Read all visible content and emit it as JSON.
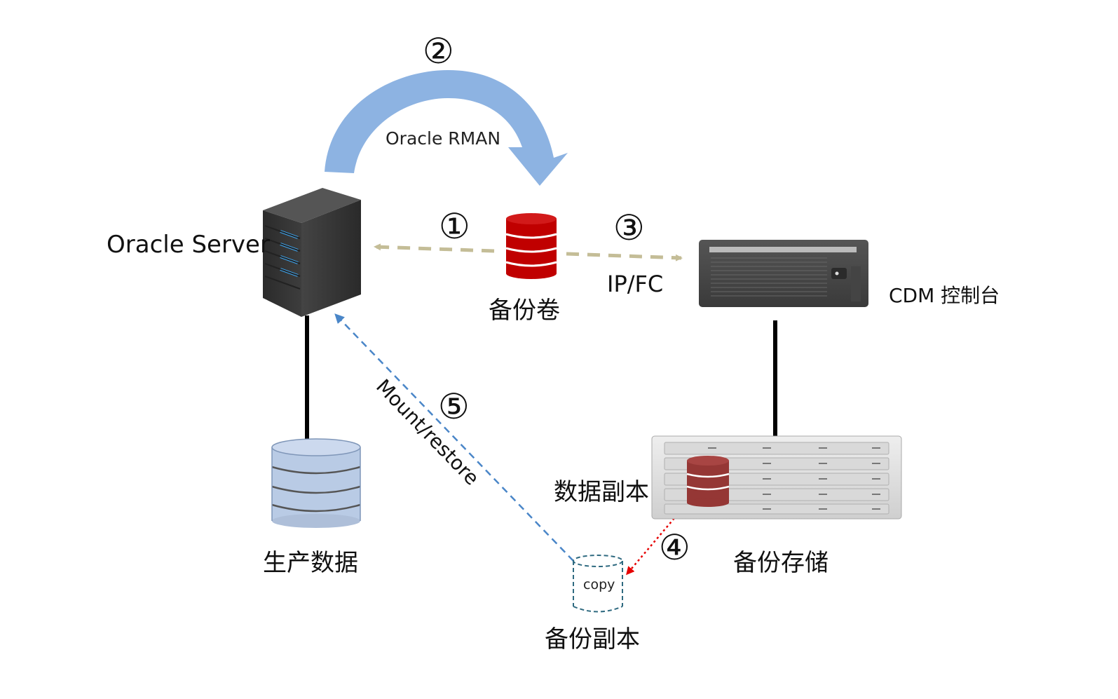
{
  "nodes": {
    "oracle_server": "Oracle Server",
    "backup_volume": "备份卷",
    "cdm_console": "CDM 控制台",
    "production_data": "生产数据",
    "data_copy": "数据副本",
    "backup_storage": "备份存储",
    "backup_copy": "备份副本",
    "copy_tag": "copy"
  },
  "edges": {
    "rman": "Oracle RMAN",
    "ip_fc": "IP/FC",
    "mount_restore": "Mount/restore"
  },
  "steps": {
    "s1": "①",
    "s2": "②",
    "s3": "③",
    "s4": "④",
    "s5": "⑤"
  },
  "colors": {
    "rman_arrow": "#8db3e2",
    "ipfc_arrow": "#c4bd97",
    "restore_arrow": "#4a86c8",
    "copy_arrow": "#e60000",
    "backup_volume": "#c00000",
    "data_copy": "#953735",
    "production_db": "#b9cbe5"
  },
  "icons": {
    "server": "server-tower-icon",
    "db": "database-cylinder-icon",
    "appliance": "rack-appliance-icon",
    "storage": "storage-array-icon"
  }
}
